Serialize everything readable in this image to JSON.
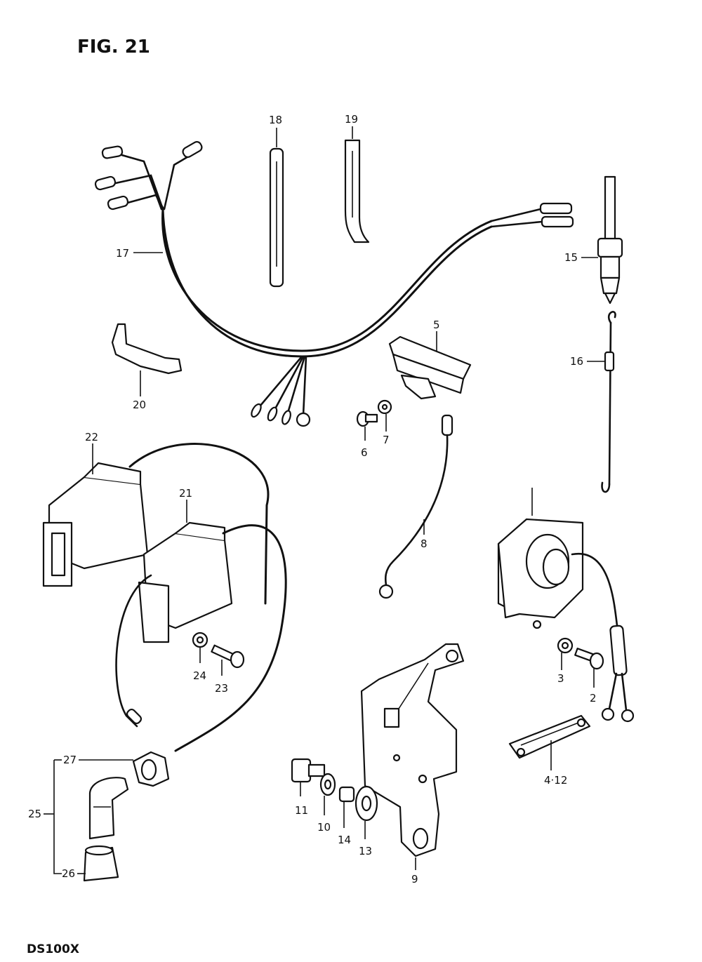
{
  "figure": {
    "title": "FIG. 21",
    "model": "DS100X"
  },
  "callouts": [
    {
      "id": "c18",
      "text": "18"
    },
    {
      "id": "c19",
      "text": "19"
    },
    {
      "id": "c17",
      "text": "17"
    },
    {
      "id": "c15",
      "text": "15"
    },
    {
      "id": "c16",
      "text": "16"
    },
    {
      "id": "c5",
      "text": "5"
    },
    {
      "id": "c20",
      "text": "20"
    },
    {
      "id": "c6",
      "text": "6"
    },
    {
      "id": "c7",
      "text": "7"
    },
    {
      "id": "c22",
      "text": "22"
    },
    {
      "id": "c21",
      "text": "21"
    },
    {
      "id": "c8",
      "text": "8"
    },
    {
      "id": "c3",
      "text": "3"
    },
    {
      "id": "c2",
      "text": "2"
    },
    {
      "id": "c24",
      "text": "24"
    },
    {
      "id": "c23",
      "text": "23"
    },
    {
      "id": "c4_12",
      "text": "4·12"
    },
    {
      "id": "c27",
      "text": "27"
    },
    {
      "id": "c25",
      "text": "25"
    },
    {
      "id": "c26",
      "text": "26"
    },
    {
      "id": "c11",
      "text": "11"
    },
    {
      "id": "c10",
      "text": "10"
    },
    {
      "id": "c14",
      "text": "14"
    },
    {
      "id": "c13",
      "text": "13"
    },
    {
      "id": "c9",
      "text": "9"
    }
  ]
}
